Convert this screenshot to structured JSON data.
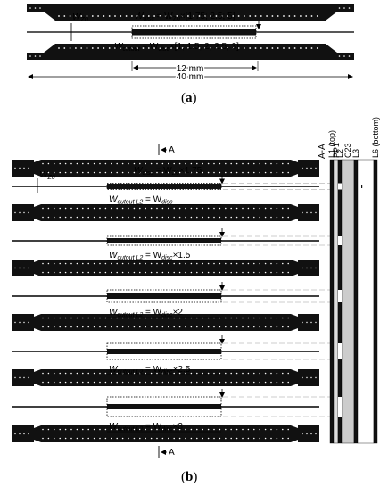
{
  "figure_a": {
    "caption_letter": "a",
    "wz0_label": "W",
    "wz0_sub": "Z0",
    "wdisc_label": "W",
    "wdisc_sub": "disc",
    "wdisc_eq": " = W",
    "wdisc_eq_sub": "Z0",
    "wdisc_factors": "×[1.75; 2.5; 5]",
    "wcutout_label": "W",
    "wcutout_sub": "cutout",
    "wcutout_eq": " = W",
    "wcutout_eq_sub": "disc",
    "wcutout_factors": "×[1; 1.5; 2; 2.5; 3]",
    "dim_inner": "12 mm",
    "dim_outer": "40 mm"
  },
  "figure_b": {
    "caption_letter": "b",
    "section_marker": "A",
    "section_title": "A-A",
    "layers": [
      "L1 (top)",
      "PP1",
      "L2",
      "C23",
      "L3",
      "L6 (bottom)"
    ],
    "wz0_label": "W",
    "wz0_sub": "Z0",
    "wdisc_label": "W",
    "wdisc_sub": "disc",
    "wdisc_eq": " = W",
    "wdisc_eq_sub": "Z0",
    "wdisc_factor": "×1.75",
    "cutout_prefix": "W",
    "cutout_sub": "cutout L2",
    "cutout_eq": " = W",
    "cutout_eq_sub": "disc",
    "cutout_factors": [
      "",
      "×1.5",
      "×2",
      "×2.5",
      "×3"
    ]
  }
}
